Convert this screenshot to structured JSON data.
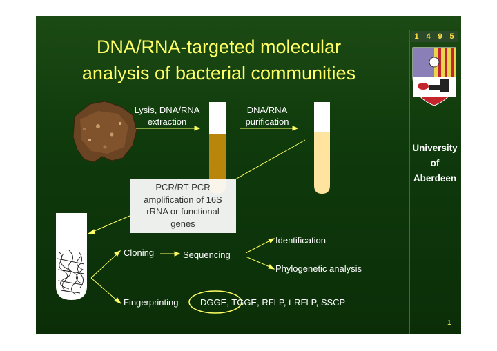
{
  "slide": {
    "title_line1": "DNA/RNA-targeted molecular",
    "title_line2": "analysis of bacterial communities",
    "step1_line1": "Lysis, DNA/RNA",
    "step1_line2": "extraction",
    "step2_line1": "DNA/RNA",
    "step2_line2": "purification",
    "pcr_line1": "PCR/RT-PCR",
    "pcr_line2": "amplification of 16S",
    "pcr_line3": "rRNA or functional",
    "pcr_line4": "genes",
    "cloning": "Cloning",
    "sequencing": "Sequencing",
    "identification": "Identification",
    "phylogenetic": "Phylogenetic analysis",
    "fingerprinting": "Fingerprinting",
    "methods": "DGGE, TGGE, RFLP, t-RFLP, SSCP",
    "page_number": "1"
  },
  "sidebar": {
    "crest_digits": [
      "1",
      "4",
      "9",
      "5"
    ],
    "uni_line1": "University",
    "uni_line2": "of",
    "uni_line3": "Aberdeen"
  },
  "colors": {
    "title": "#ffff66",
    "arrow": "#ffff66",
    "background": "#0f3a0c",
    "tube_dark": "#b8860b",
    "tube_light": "#ffe4a0"
  }
}
